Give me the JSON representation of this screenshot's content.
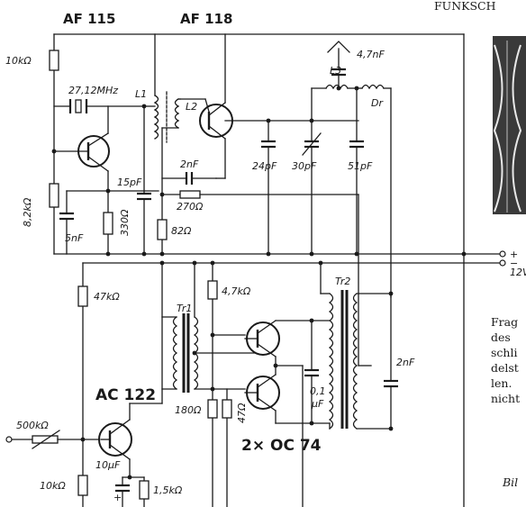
{
  "header": {
    "af115": "AF 115",
    "af118": "AF 118",
    "magazine_fragment": "FUNKSCH"
  },
  "labels": {
    "r_10k_top": "10kΩ",
    "freq": "27,12MHz",
    "l1": "L1",
    "l2": "L2",
    "l3": "L3",
    "dr": "Dr",
    "c_4n7": "4,7nF",
    "c_15p": "15pF",
    "c_2n_top": "2nF",
    "r_270": "270Ω",
    "r_82": "82Ω",
    "c_24p": "24pF",
    "c_30p": "30pF",
    "c_51p": "51pF",
    "r_8k2": "8,2kΩ",
    "c_5n": "5nF",
    "r_330": "330Ω",
    "plus": "+",
    "minus": "−",
    "v12": "12V",
    "r_47k": "47kΩ",
    "tr1": "Tr1",
    "r_4k7": "4,7kΩ",
    "tr2": "Tr2",
    "ac122": "AC 122",
    "r_500k": "500kΩ",
    "c_0_1": "0,1",
    "c_0_1_unit": "µF",
    "c_2n_right": "2nF",
    "oc74": "2× OC 74",
    "r_180": "180Ω",
    "r_47": "47Ω",
    "r_10k_bottom": "10kΩ",
    "c_10u": "10µF",
    "r_1k5": "1,5kΩ"
  },
  "side_text": {
    "lines": [
      "Frag",
      "des",
      "schli",
      "delst",
      "len.",
      "nicht"
    ],
    "caption": "Bil"
  },
  "colors": {
    "ink": "#1a1a1a",
    "screen": "#3a3a3a"
  }
}
